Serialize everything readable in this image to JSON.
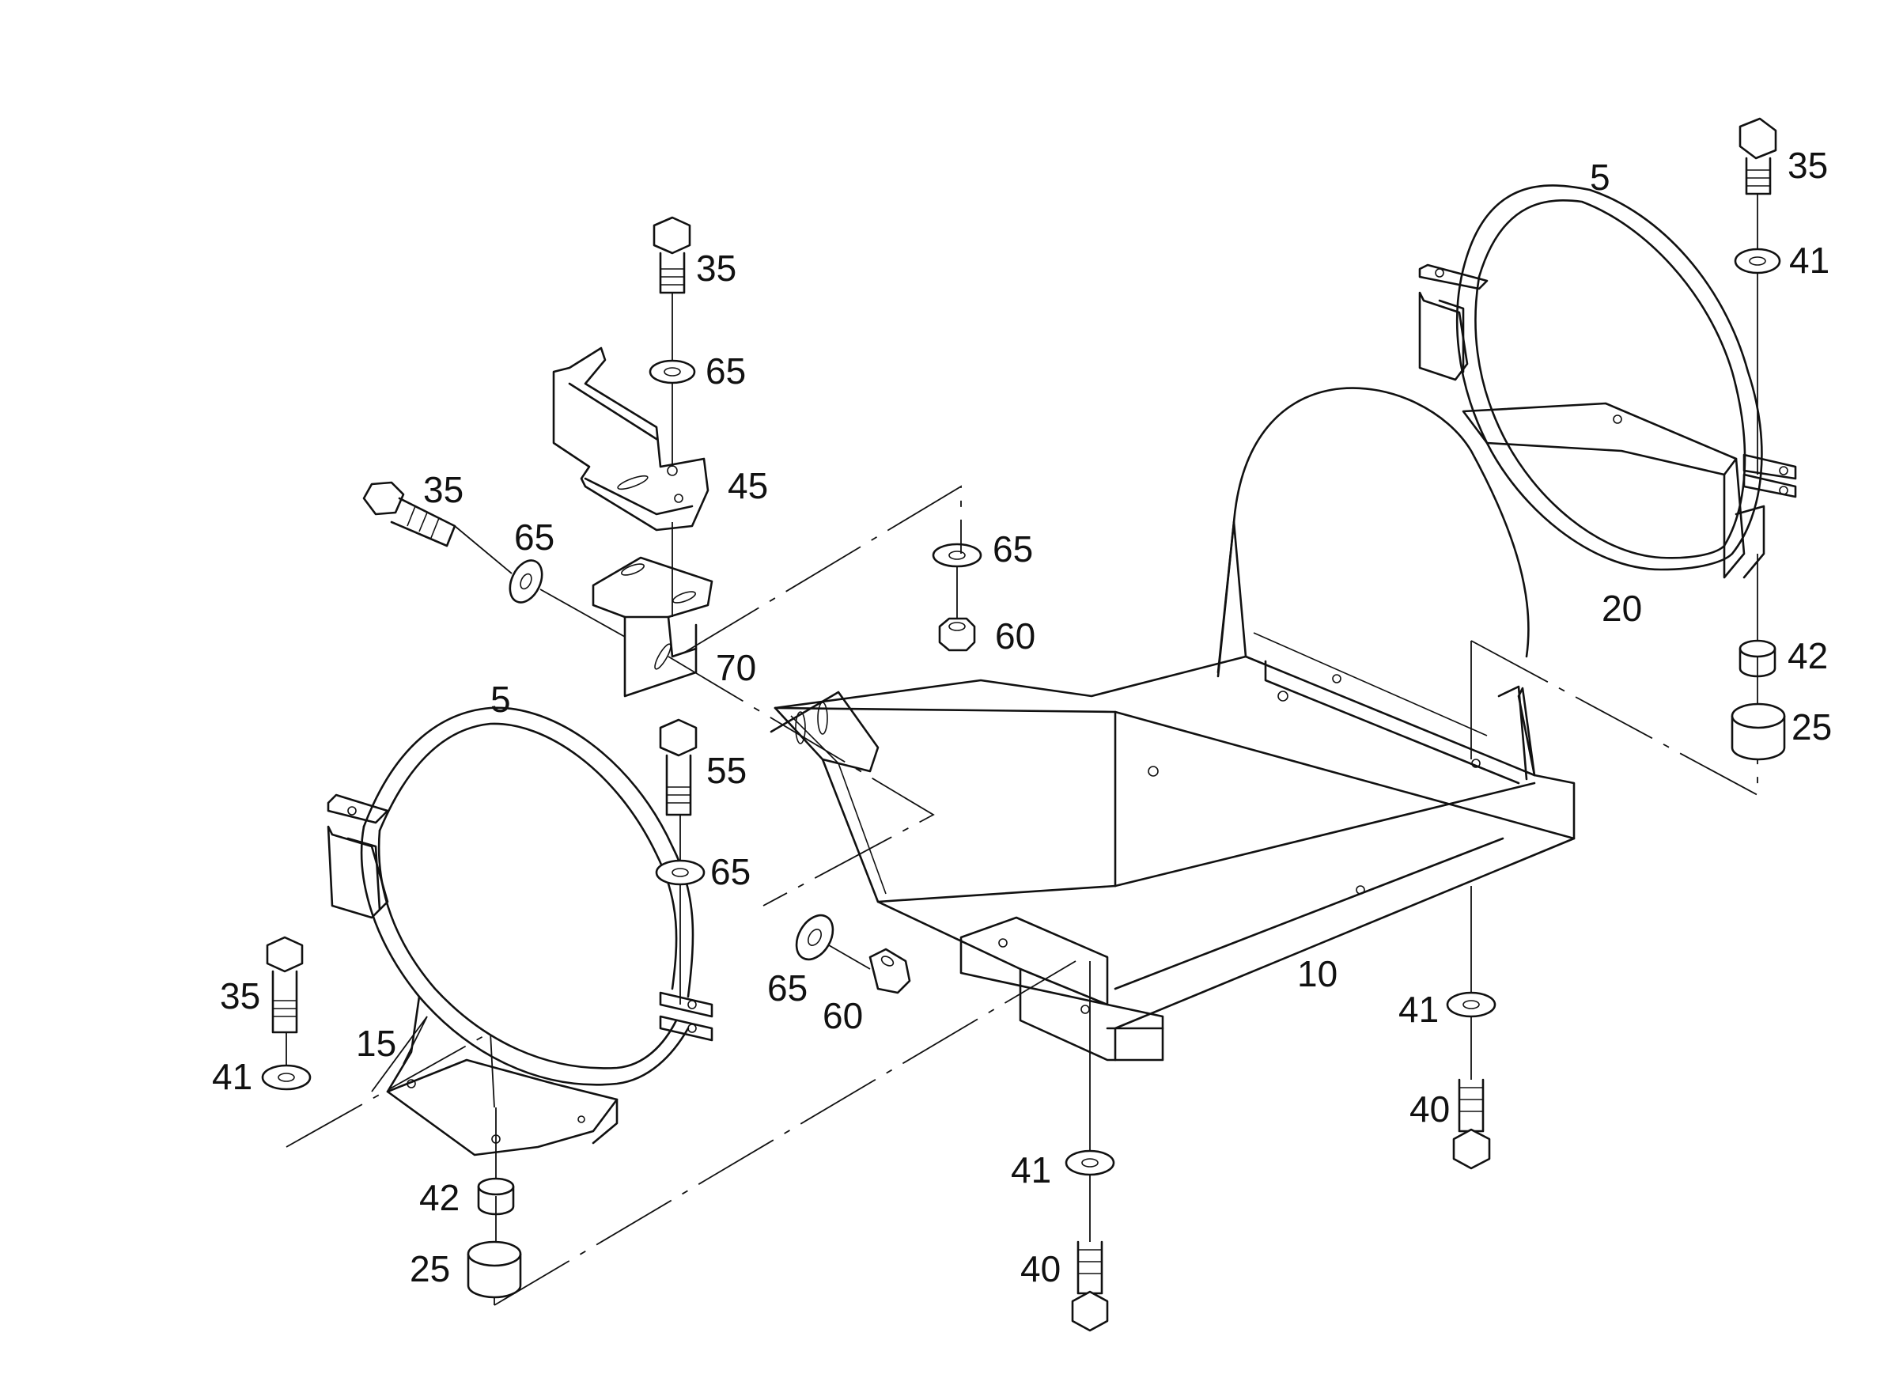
{
  "callouts": {
    "c35_top_right": "35",
    "c5_right": "5",
    "c41_top_right": "41",
    "c20": "20",
    "c42_right": "42",
    "c25_right": "25",
    "c35_top_mid": "35",
    "c65_top_mid": "65",
    "c45": "45",
    "c35_left_horiz": "35",
    "c65_left_horiz": "65",
    "c65_mid_right": "65",
    "c60_mid_right": "60",
    "c70": "70",
    "c5_left": "5",
    "c55": "55",
    "c65_mid": "65",
    "c35_left": "35",
    "c41_left": "41",
    "c15": "15",
    "c42_left": "42",
    "c25_left": "25",
    "c65_lower": "65",
    "c60_lower": "60",
    "c10": "10",
    "c41_right_lower": "41",
    "c40_right_lower": "40",
    "c41_bottom": "41",
    "c40_bottom": "40"
  },
  "colors": {
    "line": "#111111",
    "background": "#ffffff"
  }
}
